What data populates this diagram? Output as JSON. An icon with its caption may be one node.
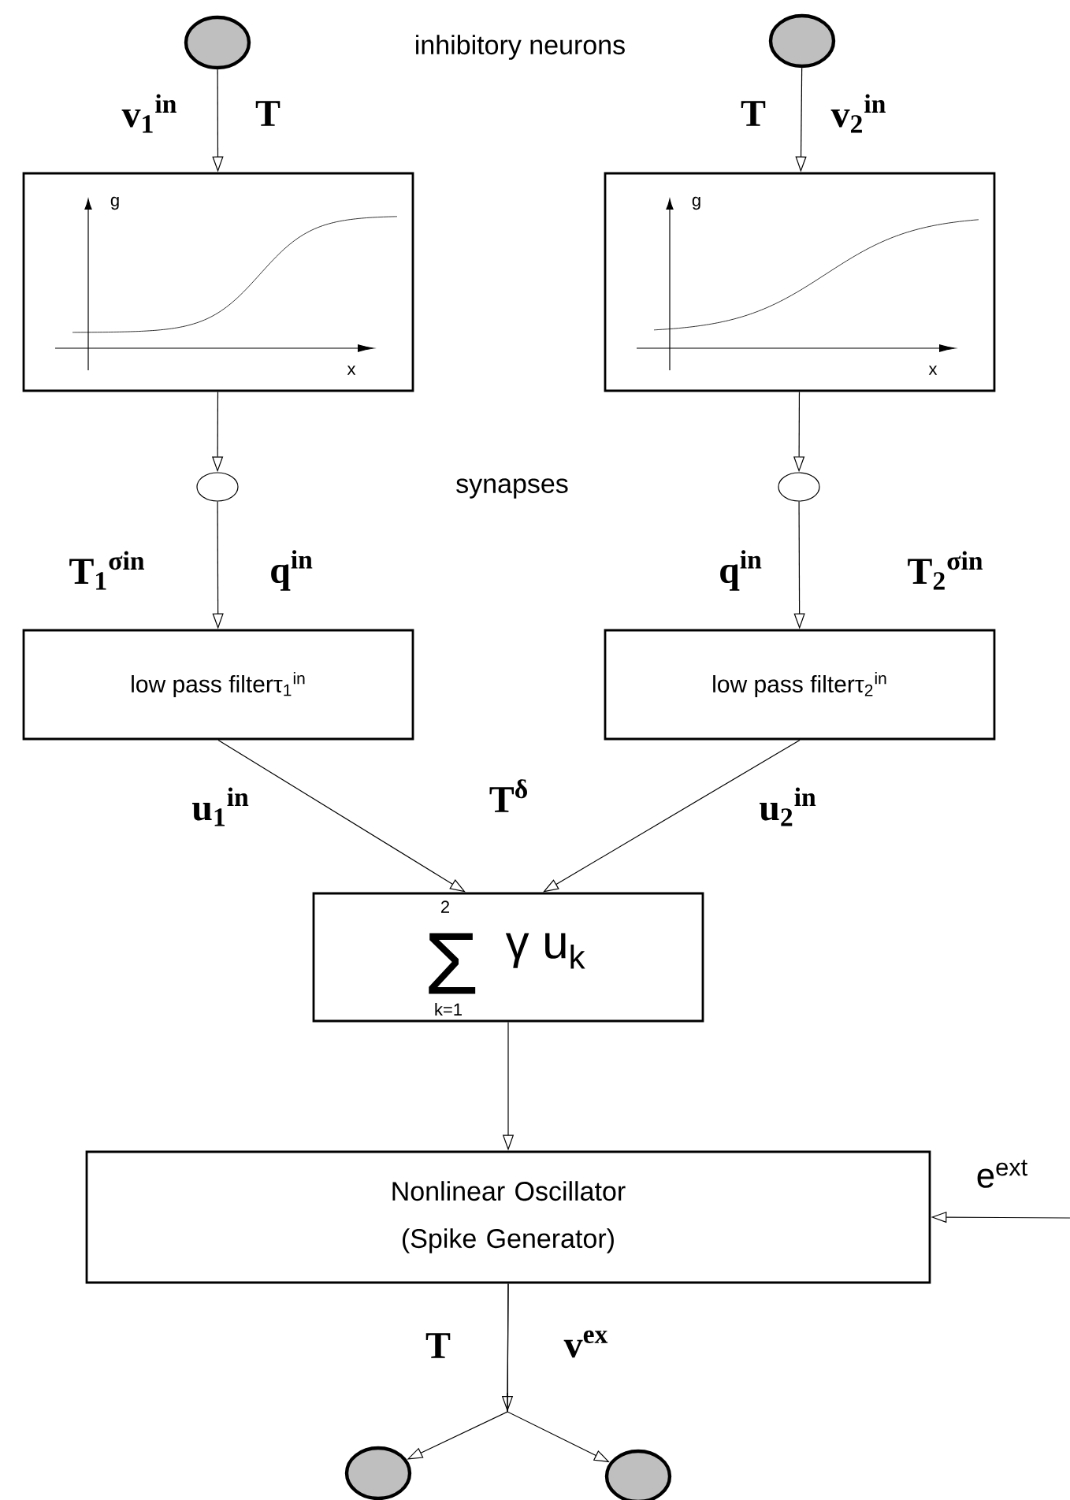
{
  "diagram": {
    "nodes": [
      {
        "text": [],
        "shape": "circle"
      },
      {
        "text": [],
        "shape": "circle"
      },
      {
        "text": [
          "g",
          "x"
        ]
      },
      {
        "text": [
          "g",
          "x"
        ]
      },
      {
        "text": [],
        "shape": "circle"
      },
      {
        "text": [],
        "shape": "circle"
      },
      {
        "text": [
          "low pass filterτ$_{1}$$^{in}$"
        ]
      },
      {
        "text": [
          "low pass filterτ$_{2}$$^{in}$"
        ]
      },
      {
        "text": [
          "2",
          "Σ",
          "γ u$_{k}$",
          "k=1"
        ]
      },
      {
        "text": [
          "Nonlinear Oscillator (Spike Generator)"
        ]
      },
      {
        "text": [],
        "shape": "circle"
      },
      {
        "text": [],
        "shape": "circle"
      }
    ],
    "edges": [
      {
        "from": 0,
        "to": 2,
        "arrow": "to"
      },
      {
        "from": 1,
        "to": 3,
        "arrow": "to"
      },
      {
        "from": 2,
        "to": 4,
        "arrow": "to"
      },
      {
        "from": 3,
        "to": 5,
        "arrow": "to"
      },
      {
        "from": 4,
        "to": 6,
        "arrow": "to"
      },
      {
        "from": 5,
        "to": 7,
        "arrow": "to"
      },
      {
        "from": 6,
        "to": 8,
        "arrow": "to"
      },
      {
        "from": 7,
        "to": 8,
        "arrow": "to"
      },
      {
        "from": 8,
        "to": 9,
        "arrow": "to"
      },
      {
        "from": null,
        "to": 9,
        "arrow": "to",
        "label": "e$^{ext}$"
      },
      {
        "from": 9,
        "to": 10,
        "arrow": "to"
      },
      {
        "from": 9,
        "to": 11,
        "arrow": "to"
      }
    ],
    "labels": [
      "inhibitory neurons",
      "synapses",
      "v$_{1}$$^{in}$",
      "T",
      "T",
      "v$_{2}$$^{in}$",
      "T$_{1}$$^{σin}$",
      "q$^{in}$",
      "q$^{in}$",
      "T$_{2}$$^{σin}$",
      "u$_{1}$$^{in}$",
      "T$^{δ}$",
      "u$_{2}$$^{in}$",
      "T",
      "v$^{ex}$"
    ]
  }
}
